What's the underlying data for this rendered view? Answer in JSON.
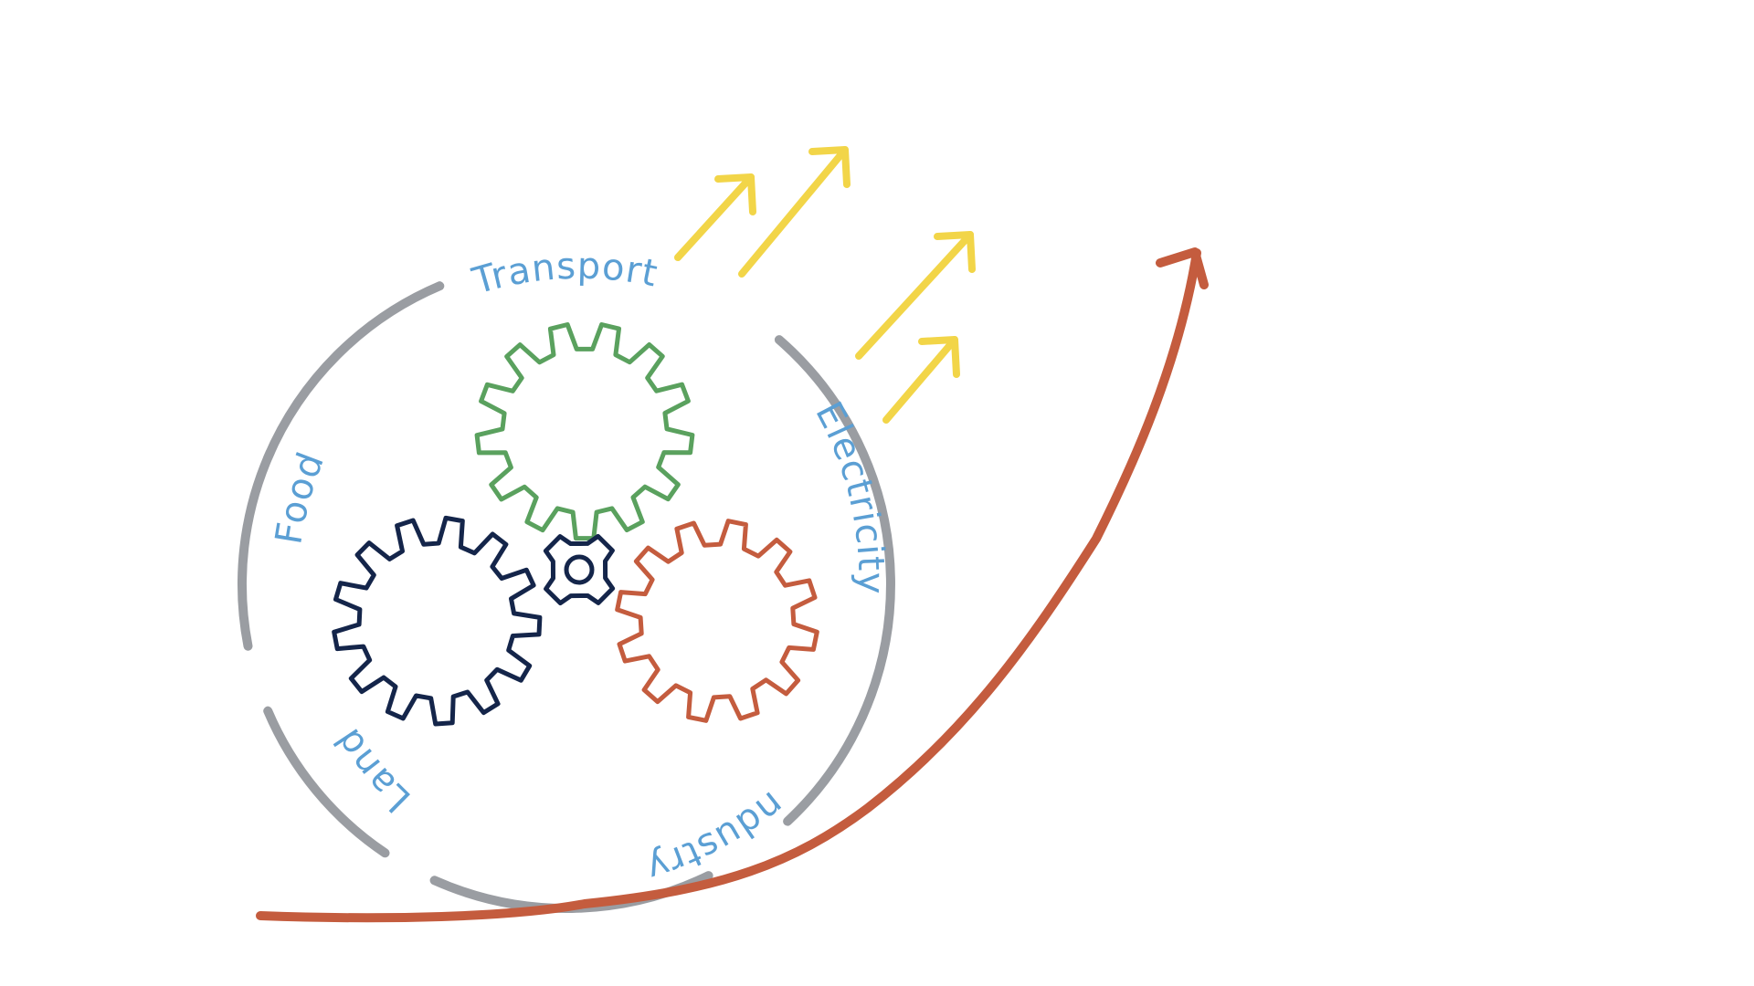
{
  "colors": {
    "background": "#ffffff",
    "ring": "#9a9da2",
    "label_text": "#5b9fd4",
    "gear_green": "#5aa15e",
    "gear_navy": "#14254a",
    "gear_red": "#c45c3e",
    "up_arrows": "#f2d548",
    "growth_curve": "#c45c3e"
  },
  "sectors": [
    {
      "key": "transport",
      "label": "Transport"
    },
    {
      "key": "electricity",
      "label": "Electricity"
    },
    {
      "key": "industry",
      "label": "Industry"
    },
    {
      "key": "land",
      "label": "Land"
    },
    {
      "key": "food",
      "label": "Food"
    }
  ],
  "gears": [
    {
      "key": "green",
      "color": "gear_green",
      "teeth": 13
    },
    {
      "key": "navy",
      "color": "gear_navy",
      "teeth": 13
    },
    {
      "key": "red",
      "color": "gear_red",
      "teeth": 12
    },
    {
      "key": "small",
      "color": "gear_navy",
      "teeth": 4
    }
  ],
  "icons": {
    "up_arrows": "four-diagonal-up-arrows-icon",
    "growth_curve": "exponential-growth-arrow-icon"
  }
}
